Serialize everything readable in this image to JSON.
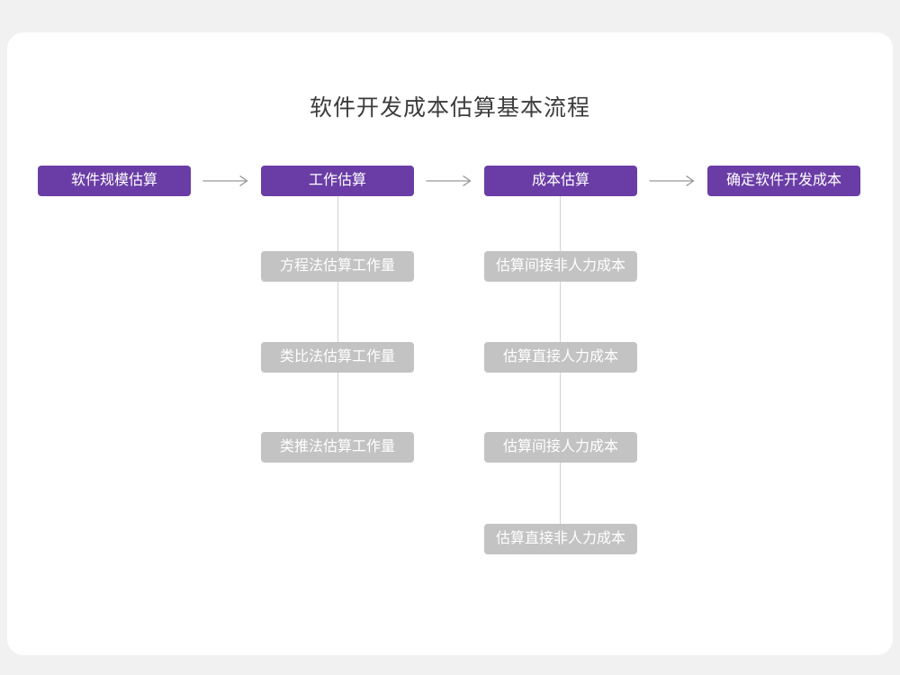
{
  "title": "软件开发成本估算基本流程",
  "colors": {
    "page_background": "#f1f1f2",
    "card_background": "#ffffff",
    "primary_box": "#6a3da6",
    "secondary_box": "#c3c3c3",
    "connector_line": "#d2d2d2",
    "arrow": "#999999",
    "title_text": "#3c3c3c",
    "box_text": "#ffffff"
  },
  "flow": {
    "main_steps": [
      "软件规模估算",
      "工作估算",
      "成本估算",
      "确定软件开发成本"
    ],
    "work_estimation_substeps": [
      "方程法估算工作量",
      "类比法估算工作量",
      "类推法估算工作量"
    ],
    "cost_estimation_substeps": [
      "估算间接非人力成本",
      "估算直接人力成本",
      "估算间接人力成本",
      "估算直接非人力成本"
    ]
  }
}
